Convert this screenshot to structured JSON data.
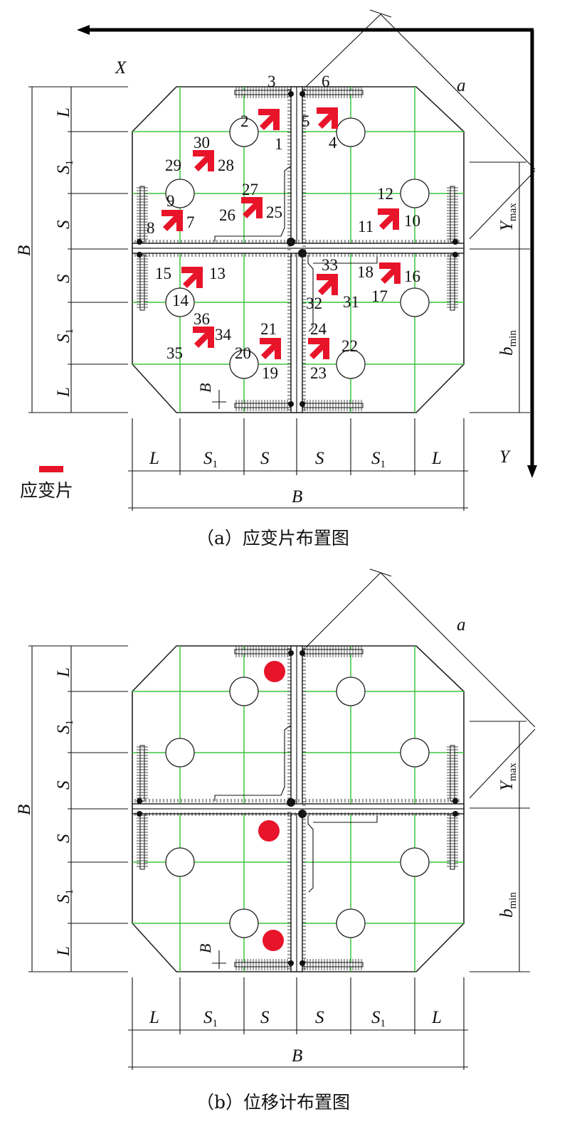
{
  "figure_a": {
    "caption": "（a）应变片布置图",
    "legend_label": "应变片",
    "axis_x": "X",
    "axis_y": "Y",
    "dim_a": "a",
    "dim_B": "B",
    "dim_L": "L",
    "dim_S": "S",
    "dim_S1_base": "S",
    "dim_S1_sub": "1",
    "dim_Ymax_base": "Y",
    "dim_Ymax_sub": "max",
    "dim_bmin_base": "b",
    "dim_bmin_sub": "min",
    "gauge_numbers": [
      "1",
      "2",
      "3",
      "4",
      "5",
      "6",
      "7",
      "8",
      "9",
      "10",
      "11",
      "12",
      "13",
      "14",
      "15",
      "16",
      "17",
      "18",
      "19",
      "20",
      "21",
      "22",
      "23",
      "24",
      "25",
      "26",
      "27",
      "28",
      "29",
      "30",
      "31",
      "32",
      "33",
      "34",
      "35",
      "36"
    ]
  },
  "figure_b": {
    "caption": "（b）位移计布置图",
    "dim_a": "a",
    "dim_B": "B",
    "dim_L": "L",
    "dim_S": "S",
    "dim_S1_base": "S",
    "dim_S1_sub": "1",
    "dim_Ymax_base": "Y",
    "dim_Ymax_sub": "max",
    "dim_bmin_base": "b",
    "dim_bmin_sub": "min",
    "displacement_meters": 3
  },
  "colors": {
    "gauge": "#e8142a",
    "grid": "#3cc63c",
    "meter": "#e8142a"
  }
}
